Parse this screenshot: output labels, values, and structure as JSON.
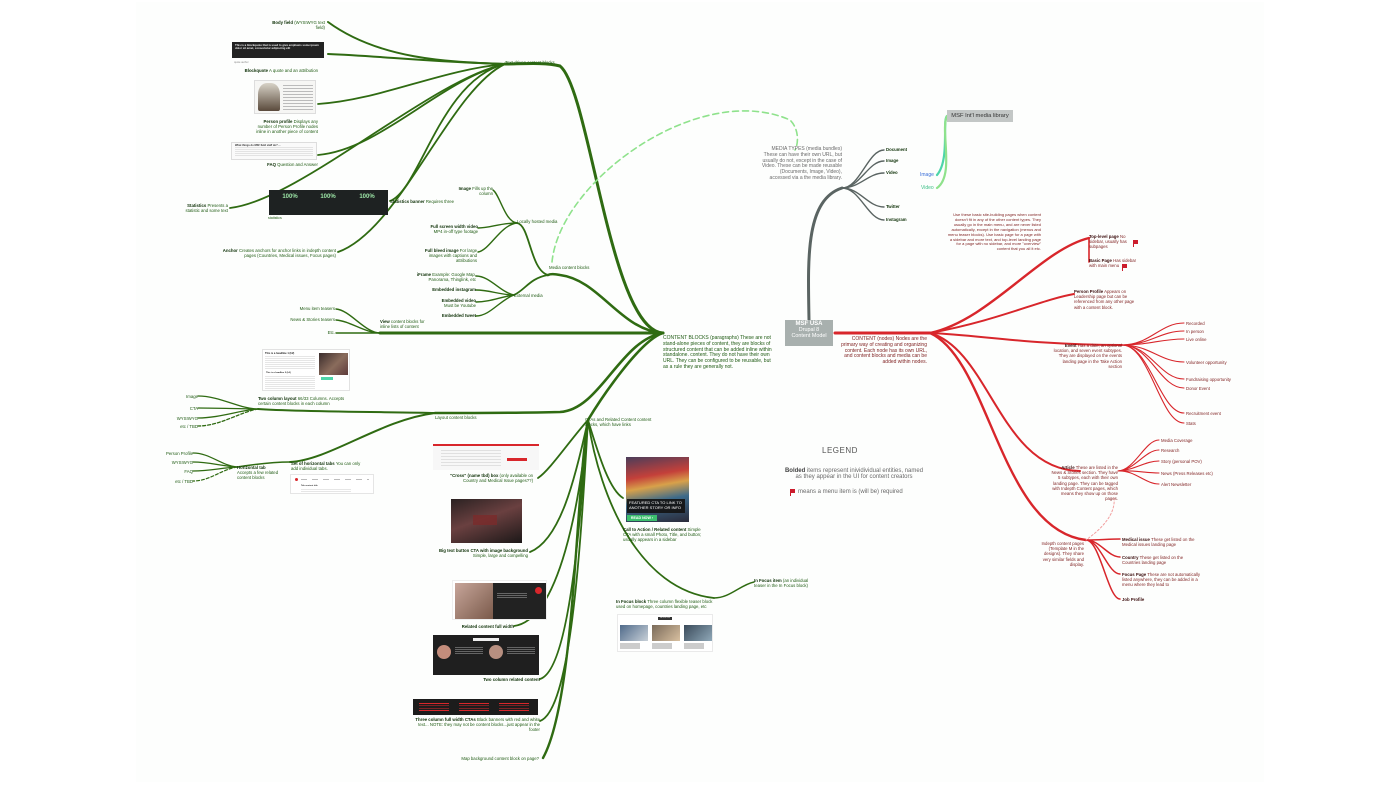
{
  "colors": {
    "green": "#2f6b12",
    "red": "#d8262b",
    "gray": "#5a6462",
    "lightgreen": "#8fe28c",
    "teal": "#4ed5a9"
  },
  "center": {
    "line1": "MSF USA",
    "line2": "Drupal 8",
    "line3": "Content Model"
  },
  "media_library": "MSF Int'l media library",
  "media_types": {
    "title": "MEDIA TYPES (media bundles)",
    "desc": "These can have their own URL, but usually do not, except in the case of Video. These can be made reusable (Documents, Image, Video), accessed via a the media library.",
    "items": [
      "Document",
      "Image",
      "Video",
      "Twitter",
      "Instagram"
    ],
    "sub_image": "Image",
    "sub_video": "Video"
  },
  "content_nodes": {
    "desc": "CONTENT (nodes) Nodes are the primary way of creating and organizing content. Each node has its own URL, and content blocks and media can be added within nodes.",
    "intro": "Use these basic site-building pages when content doesn't fit in any of the other content types. They usually go in the main menu, and are never listed automatically, except in the navigation (menus and menu teaser blocks). Use basic page for a page with a sidebar and more text, and top-level landing page for a page with no sidebar, and more \"overview\" content that you all it etc.",
    "top_level_b": "Top-level page",
    "top_level_t": "No sidebar, usually has subpages",
    "basic_b": "Basic Page",
    "basic_t": "Has sidebar with main menu",
    "person_b": "Person Profile",
    "person_t": "Appears on Leadership page but can be referenced from any other page with a content block.",
    "event_b": "Event",
    "event_t": "Has a date, an optional location, and seven event subtypes. They are displayed on the events landing page in the Take Action section",
    "event_types": [
      "Recorded",
      "In person",
      "Live online",
      "Volunteer opportunity",
      "Fundraising opportunity",
      "Donor Event",
      "Recruitment event",
      "Stats"
    ],
    "article_b": "Article",
    "article_t": "These are listed in the News & Stories section. They have 5 subtypes, each with their own landing page. They can be tagged with Indepth Content pages, which means they show up on those pages.",
    "article_types": [
      "Media Coverage",
      "Research",
      "Story (personal POV)",
      "News (Press Releases etc)",
      "Alert Newsletter"
    ],
    "indepth": "Indepth content pages (Template M in the designs). They share very similar fields and display.",
    "medical_b": "Medical issue",
    "medical_t": "These get listed on the Medical issues landing page",
    "country_b": "Country",
    "country_t": "These get listed on the Countries landing page",
    "focus_b": "Focus Page",
    "focus_t": "These are not automatically listed anywhere, they can be added in a menu where they lead to",
    "job_b": "Job Profile"
  },
  "content_blocks": {
    "desc": "CONTENT BLOCKS (paragraphs) These are not stand-alone pieces of content, they are blocks of structured content that can be added inline within standalone. content. They do not have their own URL. They can be configured to be reusable, but as a rule they are generally not."
  },
  "text_blocks": {
    "label": "Text-driven content blocks",
    "body_b": "Body field",
    "body_t": "(WYSIWYG text field)",
    "quote_b": "Blockquote",
    "quote_t": "A quote and an attribution",
    "quote_sample": "This is a blockquote that is used to give emphasis some ipsum dolor sit amet, consectetur adipiscing elit",
    "quote_attrib": "quote author",
    "profile_b": "Person profile",
    "profile_t": "Displays any number of Person Profile nodes inline in another piece of content",
    "faq_b": "FAQ",
    "faq_t": "Question and Answer",
    "faq_sample": "What things do MSF field staff do? ...",
    "stats_b": "Statistics",
    "stats_t": "Presents a statistic and some text",
    "banner_b": "Statistics banner",
    "banner_t": "Requires three",
    "banner_values": [
      "100%",
      "100%",
      "100%"
    ],
    "banner_caption": "statistics",
    "anchor_b": "Anchor",
    "anchor_t": "Creates anchors for anchor links in indepth content pages (Countries, Medical issues, Focus pages)"
  },
  "media_blocks": {
    "label": "Media content blocks",
    "local": "Locally hosted media",
    "external": "External media",
    "image_b": "Image",
    "image_t": "Fills up the column",
    "fsvideo_b": "Full screen width video",
    "fsvideo_t": "MP4 in-off type footage",
    "fullbleed_b": "Full bleed image",
    "fullbleed_t": "For large images with captions and attributions",
    "iframe_b": "iFrame",
    "iframe_t": "Example: Google Map, Panorama, Thinglink, etc",
    "insta_b": "Embedded instagram",
    "youtube_b": "Embedded video",
    "youtube_t": "Must be Youtube",
    "tweet_b": "Embedded tweet"
  },
  "view_blocks": {
    "view_b": "View",
    "view_t": "content blocks for inline lists of content",
    "items": [
      "Menu item teasers",
      "News & Stories teasers",
      "Etc."
    ]
  },
  "layout_blocks": {
    "label": "Layout content blocks",
    "twocol_b": "Two column layout",
    "twocol_t": "66/33 Columns. Accepts certain content blocks in each column",
    "twocol_items": [
      "Image",
      "CTA",
      "WYSIWYG",
      "etc / TBD"
    ],
    "htabs_b": "Horizontal tab",
    "htabs_t": "Accepts a few related content blocks",
    "htabs_items": [
      "Person Profile",
      "WYSIWYG",
      "FAQ",
      "etc / TBD"
    ],
    "tabset_b": "Set of horizontal tabs",
    "tabset_t": "You can only add individual tabs.",
    "sample_h1": "This is a headline 1 (h2)",
    "sample_h2": "This is a headline 3 (h3)",
    "tab_sample": "Tab content title"
  },
  "cta_blocks": {
    "label": "CTAs and Related Content content blocks, which have links",
    "cross_b": "\"Cross\" (name tbd) box",
    "cross_t": "(only available on Country and Medical Issue pages??)",
    "bigbutton_b": "Big text button CTA with image background",
    "bigbutton_t": "Simple, large and compelling",
    "related_b": "Related content full width",
    "tworelated_b": "Two column related content",
    "threecol_b": "Three column full width CTAs",
    "threecol_t": "Black banners with red and white text... NOTE: they may not be content blocks...just appear in the footer",
    "map_b": "Map background content block on page?",
    "cta_b": "Call to Action / Related content",
    "cta_t": "Simple CTA with a small Photo, Title, and button; usually appears in a sidebar",
    "cta_overlay": "FEATURED CTA TO LINK TO ANOTHER STORY OR INFO",
    "cta_button": "READ NOW",
    "infocus_b": "In Focus block",
    "infocus_t": "Three column flexible teaser block used on homepage, countries landing page, etc",
    "infocus_item_b": "In Focus item",
    "infocus_item_t": "(an individual teaser in the In Focus block)",
    "infocus_tag": "IN FOCUS"
  },
  "legend": {
    "title": "LEGEND",
    "bold_b": "Bolded",
    "bold_t": "items represent inividividual entities, named as they appear in the UI for content creators",
    "flag_t": "means a menu item is (will be) required"
  }
}
